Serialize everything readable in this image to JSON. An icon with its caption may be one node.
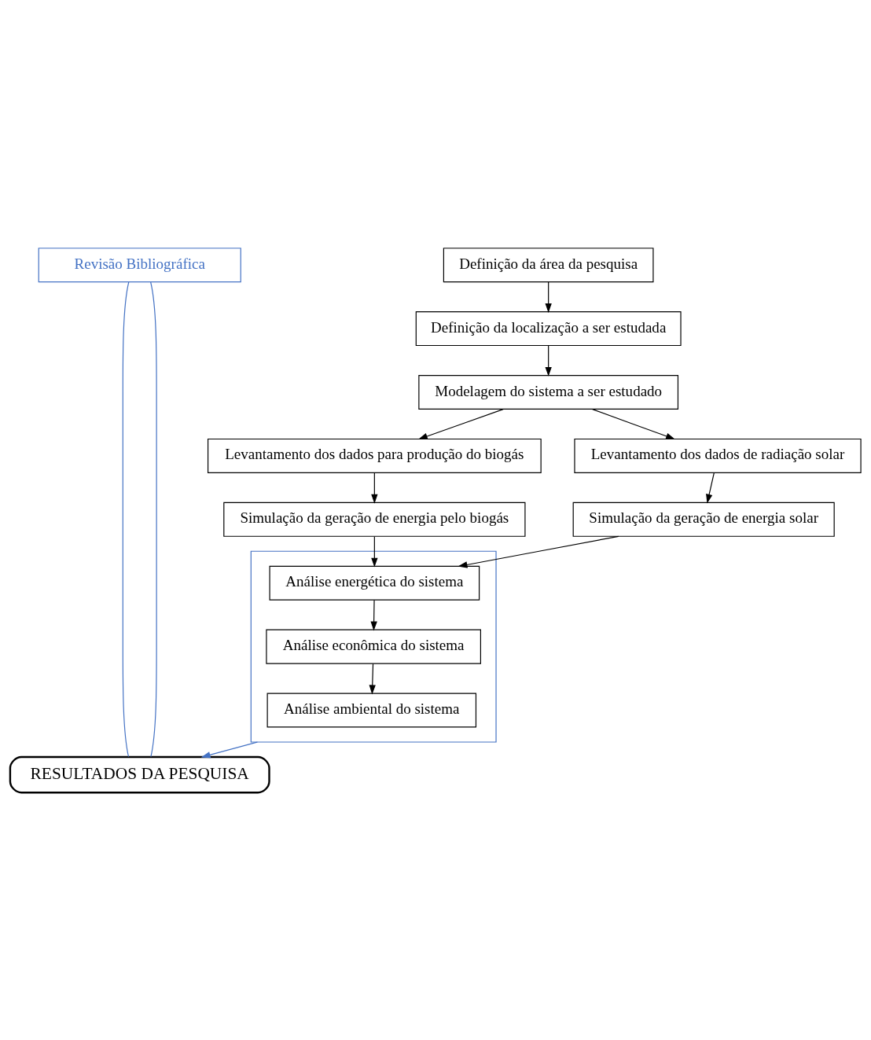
{
  "diagram": {
    "nodes": [
      {
        "text": [
          "Revisão Bibliográfica"
        ]
      },
      {
        "text": [
          "Definição da área da pesquisa"
        ]
      },
      {
        "text": [
          "Definição da localização a ser estudada"
        ]
      },
      {
        "text": [
          "Modelagem do sistema a ser estudado"
        ]
      },
      {
        "text": [
          "Levantamento dos dados para produção do biogás"
        ]
      },
      {
        "text": [
          "Levantamento dos dados de radiação solar"
        ]
      },
      {
        "text": [
          "Simulação da geração de energia pelo biogás"
        ]
      },
      {
        "text": [
          "Simulação da geração de energia solar"
        ]
      },
      {
        "text": [],
        "shape": "box"
      },
      {
        "text": [
          "Análise energética do sistema"
        ],
        "in": 8
      },
      {
        "text": [
          "Análise econômica do sistema"
        ],
        "in": 8
      },
      {
        "text": [
          "Análise ambiental do sistema"
        ],
        "in": 8
      },
      {
        "text": [
          "RESULTADOS DA PESQUISA"
        ]
      }
    ],
    "edges": [
      {
        "from": 1,
        "to": 2,
        "arrow": "to"
      },
      {
        "from": 2,
        "to": 3,
        "arrow": "to"
      },
      {
        "from": 3,
        "to": 4,
        "arrow": "to"
      },
      {
        "from": 3,
        "to": 5,
        "arrow": "to"
      },
      {
        "from": 4,
        "to": 6,
        "arrow": "to"
      },
      {
        "from": 5,
        "to": 7,
        "arrow": "to"
      },
      {
        "from": 6,
        "to": 9,
        "arrow": "to"
      },
      {
        "from": 7,
        "to": 9,
        "arrow": "to"
      },
      {
        "from": 9,
        "to": 10,
        "arrow": "to"
      },
      {
        "from": 10,
        "to": 11,
        "arrow": "to"
      },
      {
        "from": 8,
        "to": 12,
        "arrow": "to",
        "color": "#4472c4"
      },
      {
        "from": 0,
        "to": 12,
        "arrow": "none",
        "color": "#4472c4"
      },
      {
        "from": 0,
        "to": 12,
        "arrow": "none",
        "color": "#4472c4"
      }
    ]
  }
}
